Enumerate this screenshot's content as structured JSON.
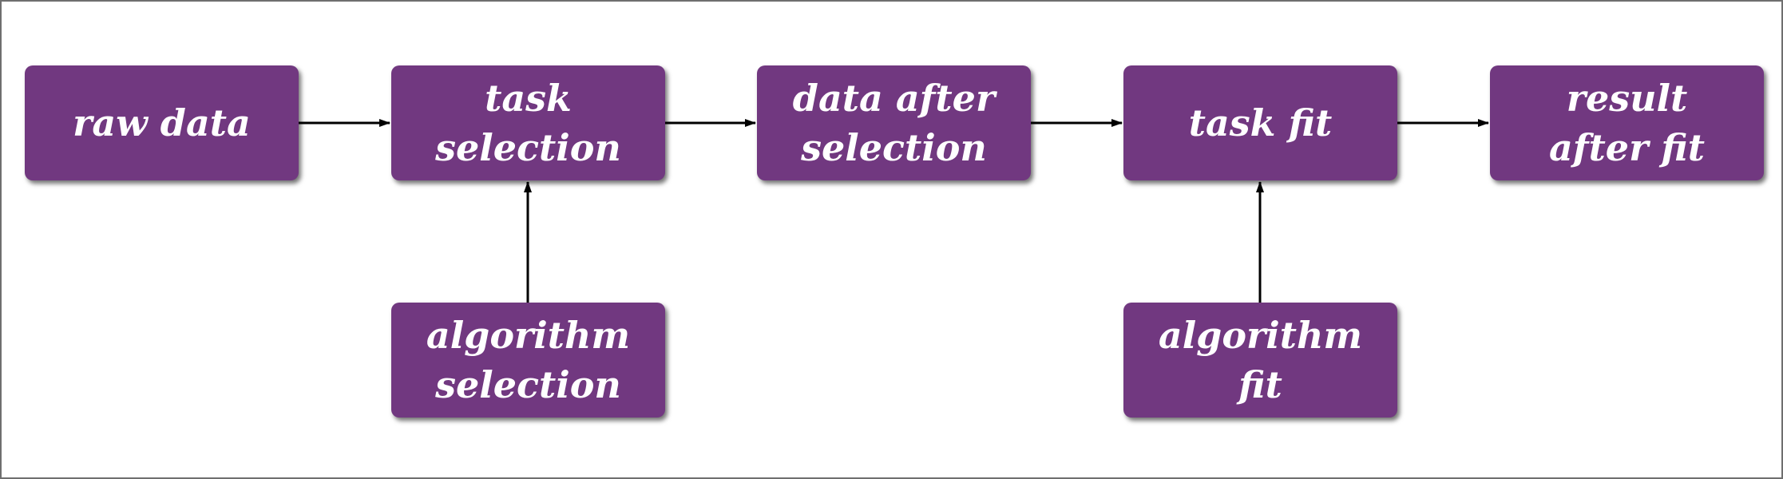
{
  "nodes": {
    "raw_data": "raw data",
    "task_selection": "task\nselection",
    "data_after_selection": "data after\nselection",
    "task_fit": "task fit",
    "result_after_fit": "result\nafter fit",
    "algorithm_selection": "algorithm\nselection",
    "algorithm_fit": "algorithm\nfit"
  },
  "colors": {
    "node_fill": "#713880",
    "node_text": "#ffffff",
    "arrow": "#000000"
  },
  "edges": [
    {
      "from": "raw_data",
      "to": "task_selection"
    },
    {
      "from": "task_selection",
      "to": "data_after_selection"
    },
    {
      "from": "data_after_selection",
      "to": "task_fit"
    },
    {
      "from": "task_fit",
      "to": "result_after_fit"
    },
    {
      "from": "algorithm_selection",
      "to": "task_selection"
    },
    {
      "from": "algorithm_fit",
      "to": "task_fit"
    }
  ]
}
